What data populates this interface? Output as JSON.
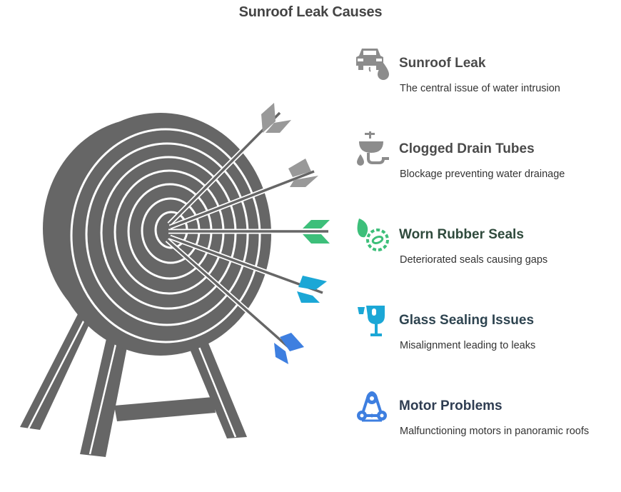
{
  "title": "Sunroof Leak Causes",
  "colors": {
    "target": "#666666",
    "gray": "#8c8c8c",
    "green": "#3dbf7a",
    "teal": "#1ba7d6",
    "blue": "#3e7fe0"
  },
  "items": [
    {
      "title": "Sunroof Leak",
      "desc": "The central issue of water intrusion",
      "icon": "car-water-drop-icon",
      "color": "#8c8c8c",
      "title_color": "#4a4a4a"
    },
    {
      "title": "Clogged Drain Tubes",
      "desc": "Blockage preventing water drainage",
      "icon": "sink-drain-icon",
      "color": "#8c8c8c",
      "title_color": "#4a4a4a"
    },
    {
      "title": "Worn Rubber Seals",
      "desc": "Deteriorated seals causing gaps",
      "icon": "leaf-seal-icon",
      "color": "#3dbf7a",
      "title_color": "#2f4a3c"
    },
    {
      "title": "Glass Sealing Issues",
      "desc": "Misalignment leading to leaks",
      "icon": "glass-icon",
      "color": "#1ba7d6",
      "title_color": "#2e4450"
    },
    {
      "title": "Motor Problems",
      "desc": "Malfunctioning motors in panoramic roofs",
      "icon": "motor-belt-icon",
      "color": "#3e7fe0",
      "title_color": "#2f3d52"
    }
  ]
}
